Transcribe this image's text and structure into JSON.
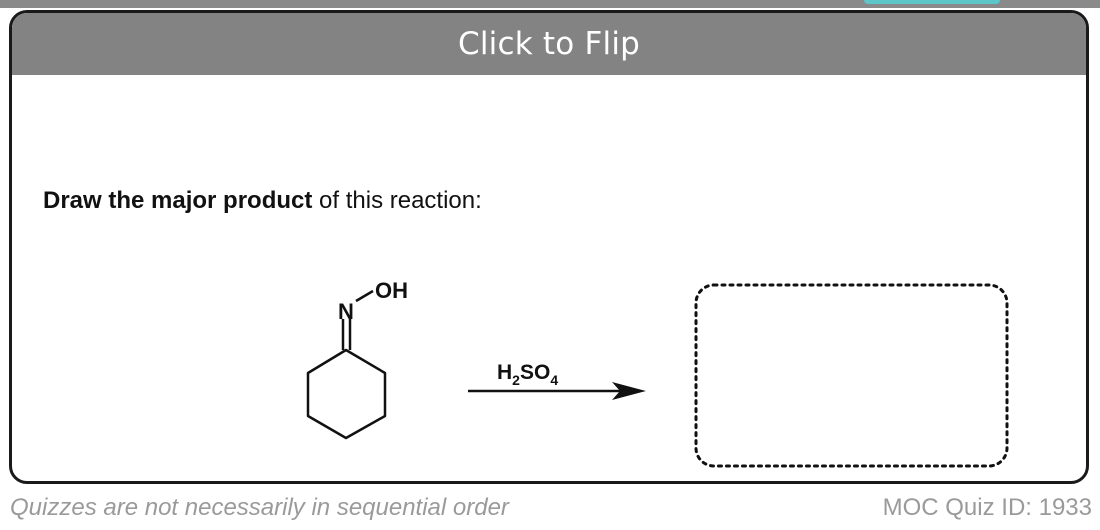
{
  "flip_bar": {
    "label": "Click to Flip"
  },
  "question": {
    "bold": "Draw the major product",
    "rest": " of this reaction:"
  },
  "reaction": {
    "reactant_labels": {
      "nitrogen": "N",
      "hydroxyl": "OH"
    },
    "reagent": {
      "main": "H",
      "sub1": "2",
      "mid": "SO",
      "sub2": "4"
    }
  },
  "footer": {
    "note": "Quizzes are not necessarily in sequential order",
    "quiz_id": "MOC Quiz ID: 1933"
  }
}
